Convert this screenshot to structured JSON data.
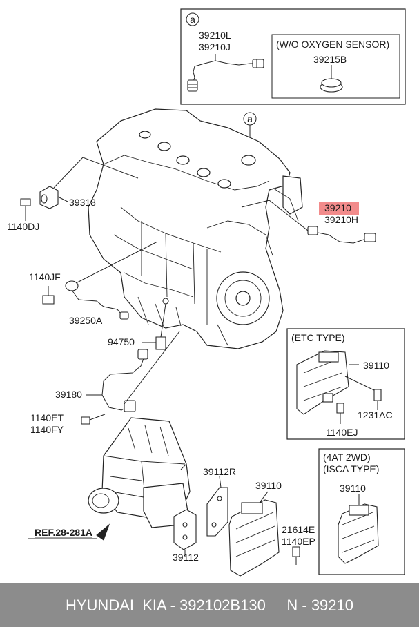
{
  "diagram": {
    "callout_marker": "a",
    "callout_box_marker": "a",
    "callout_parts": [
      "39210L",
      "39210J"
    ],
    "no_oxygen_sensor_title": "(W/O OXYGEN SENSOR)",
    "no_oxygen_sensor_part": "39215B",
    "highlight_color": "#f28b8b",
    "labels": {
      "p39318": "39318",
      "p1140DJ": "1140DJ",
      "p39210": "39210",
      "p39210H": "39210H",
      "p1140JF": "1140JF",
      "p39250A": "39250A",
      "p94750": "94750",
      "p39180": "39180",
      "p1140ET": "1140ET",
      "p1140FY": "1140FY",
      "p39112R": "39112R",
      "p39110_main": "39110",
      "p39112": "39112",
      "p21614E": "21614E",
      "p1140EP": "1140EP",
      "ref": "REF.28-281A"
    },
    "etc_box": {
      "title": "(ETC TYPE)",
      "p39110": "39110",
      "p1231AC": "1231AC",
      "p1140EJ": "1140EJ"
    },
    "isca_box": {
      "title_line1": "(4AT 2WD)",
      "title_line2": "(ISCA TYPE)",
      "p39110": "39110"
    }
  },
  "footer": {
    "left": "HYUNDAI  KIA - 392102B130",
    "right": "N - 39210"
  }
}
